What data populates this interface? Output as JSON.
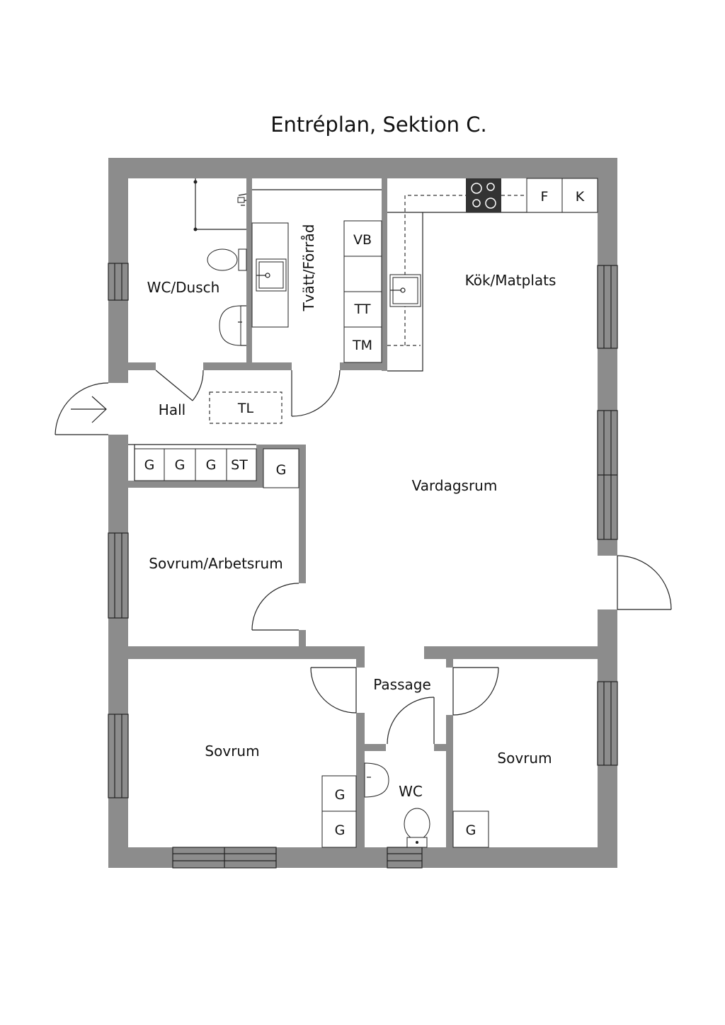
{
  "title": "Entréplan, Sektion C.",
  "rooms": {
    "wc_dusch": "WC/Dusch",
    "tvatt": "Tvätt/Förråd",
    "kok": "Kök/Matplats",
    "hall": "Hall",
    "vardagsrum": "Vardagsrum",
    "sovrum_arbetsrum": "Sovrum/Arbetsrum",
    "passage": "Passage",
    "sovrum_left": "Sovrum",
    "sovrum_right": "Sovrum",
    "wc": "WC"
  },
  "fixtures": {
    "vb": "VB",
    "tt": "TT",
    "tm": "TM",
    "f": "F",
    "k": "K",
    "tl": "TL",
    "st": "ST",
    "g": "G"
  },
  "colors": {
    "wall": "#8c8c8c",
    "line": "#222222",
    "cooktop": "#333333"
  }
}
